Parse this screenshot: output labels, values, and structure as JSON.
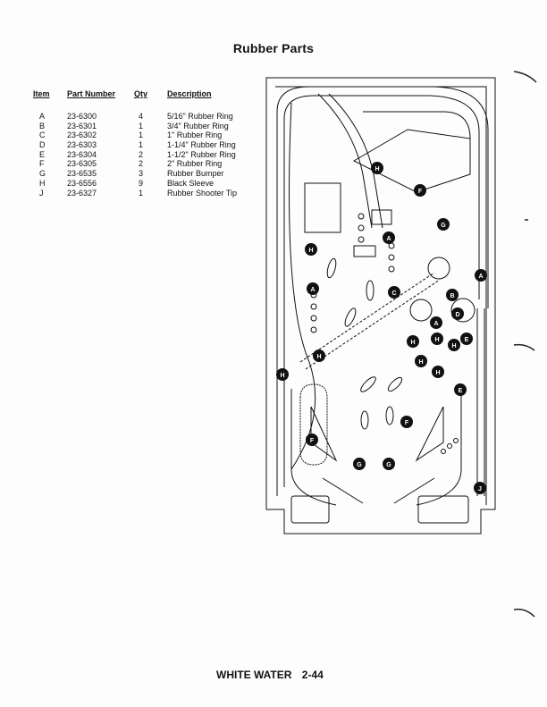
{
  "page": {
    "title": "Rubber Parts",
    "footer_title": "WHITE WATER",
    "footer_page": "2-44"
  },
  "table": {
    "headers": {
      "item": "Item",
      "part_number": "Part Number",
      "qty": "Qty",
      "description": "Description"
    },
    "rows": [
      {
        "item": "A",
        "part_number": "23-6300",
        "qty": "4",
        "description": "5/16\" Rubber Ring"
      },
      {
        "item": "B",
        "part_number": "23-6301",
        "qty": "1",
        "description": "3/4\" Rubber Ring"
      },
      {
        "item": "C",
        "part_number": "23-6302",
        "qty": "1",
        "description": "1\" Rubber Ring"
      },
      {
        "item": "D",
        "part_number": "23-6303",
        "qty": "1",
        "description": "1-1/4\" Rubber Ring"
      },
      {
        "item": "E",
        "part_number": "23-6304",
        "qty": "2",
        "description": "1-1/2\" Rubber Ring"
      },
      {
        "item": "F",
        "part_number": "23-6305",
        "qty": "2",
        "description": "2\" Rubber Ring"
      },
      {
        "item": "G",
        "part_number": "23-6535",
        "qty": "3",
        "description": "Rubber Bumper"
      },
      {
        "item": "H",
        "part_number": "23-6556",
        "qty": "9",
        "description": "Black Sleeve"
      },
      {
        "item": "J",
        "part_number": "23-6327",
        "qty": "1",
        "description": "Rubber Shooter Tip"
      }
    ]
  },
  "diagram": {
    "callout_letters": [
      "A",
      "A",
      "A",
      "A",
      "B",
      "C",
      "D",
      "E",
      "E",
      "F",
      "F",
      "G",
      "G",
      "G",
      "H",
      "H",
      "H",
      "H",
      "H",
      "H",
      "H",
      "H",
      "H",
      "J"
    ]
  }
}
